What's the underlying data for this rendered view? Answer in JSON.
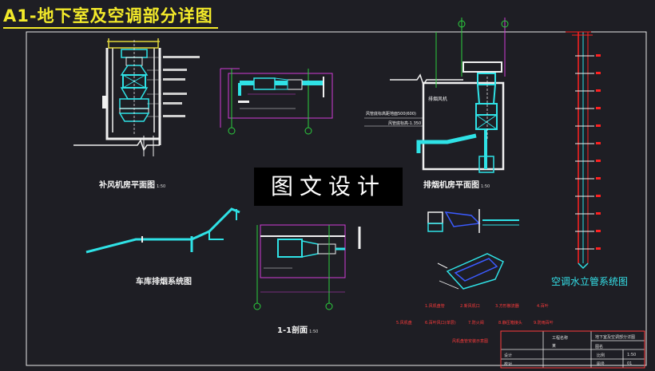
{
  "sheet_title": "A1-地下室及空调部分详图",
  "watermark": "图文设计",
  "views": {
    "supply_room_plan": {
      "label": "补风机房平面图",
      "scale": "1:50"
    },
    "exhaust_room_plan": {
      "label": "排烟机房平面图",
      "scale": "1:50"
    },
    "garage_smoke_system": {
      "label": "车库排烟系统图"
    },
    "section_1_1": {
      "label": "1-1剖面",
      "scale": "1:50"
    },
    "chiller_riser": {
      "label": "空调水立管系统图"
    }
  },
  "annotations": {
    "exhaust_fan_tag": "排烟风机",
    "duct_elev_note": "风管底标高距地面500(600)",
    "elev_note": "风管底标高-1.350"
  },
  "legend_notes": [
    "1.风机盘管",
    "2.新风机口",
    "3.方形散流器",
    "4.百叶",
    "5.风机盘",
    "6.百叶风口(单层)",
    "7.防火阀",
    "8.静压箱接头",
    "9.防雨百叶"
  ],
  "legend_caption": "风机盘管安装示意图",
  "title_block": {
    "project_label": "工程名称",
    "project_value": "某",
    "drawing_label": "图名",
    "drawing_value": "地下室及空调部分详图",
    "row1_left": "设计",
    "row1_right": "比例",
    "row1_value": "1:50",
    "row2_left": "校对",
    "row2_right": "图号",
    "row2_value": "01"
  },
  "colors": {
    "background": "#1e1e24",
    "title": "#f3ea2a",
    "duct_cyan": "#2fe2e6",
    "wall_white": "#f0f0f0",
    "dim_magenta": "#d03cd6",
    "grid_green": "#2ccf3e",
    "note_red": "#ff3b3b",
    "leader_blue": "#3b5bff",
    "vertical_red": "#ff2020"
  }
}
